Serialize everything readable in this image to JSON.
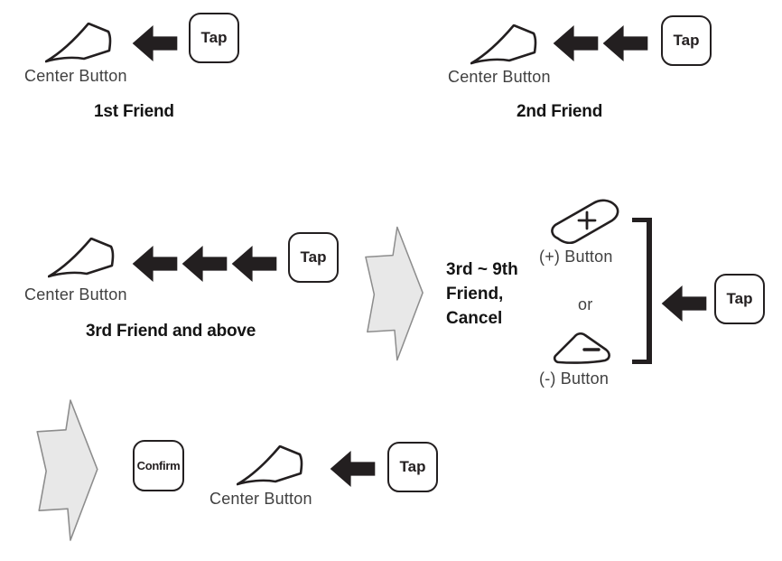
{
  "colors": {
    "ink": "#231f20",
    "label_text": "#404040",
    "title_text": "#141414",
    "flow_arrow_fill": "#e8e8e8",
    "flow_arrow_stroke": "#8d8d8d",
    "background": "#ffffff"
  },
  "labels": {
    "center_button": "Center Button",
    "tap": "Tap",
    "confirm": "Confirm",
    "or": "or",
    "plus_button": "(+) Button",
    "minus_button": "(-) Button"
  },
  "sections": {
    "first_friend": {
      "title": "1st Friend",
      "tap_count": 1
    },
    "second_friend": {
      "title": "2nd Friend",
      "tap_count": 2
    },
    "third_friend": {
      "title": "3rd Friend and above",
      "tap_count": 3
    },
    "selection": {
      "line1": "3rd ~ 9th",
      "line2": "Friend,",
      "line3": "Cancel"
    }
  },
  "icons": {
    "center_button": "center-button-icon",
    "tap_arrow": "left-arrow-icon",
    "flow_arrow": "right-flow-arrow-icon",
    "plus": "plus-button-icon",
    "minus": "minus-button-icon",
    "bracket": "grouping-bracket"
  }
}
